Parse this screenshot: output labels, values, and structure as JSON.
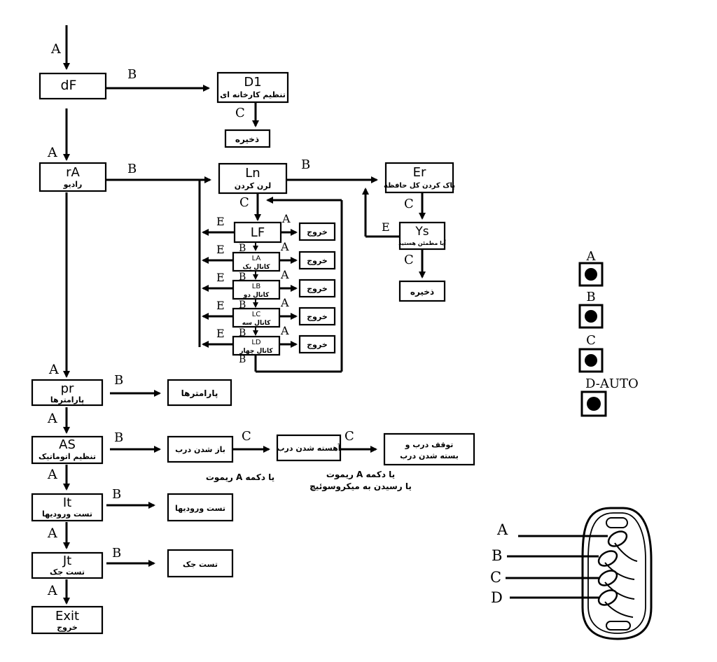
{
  "keys": {
    "a": "A",
    "b": "B",
    "c": "C",
    "d": "D",
    "e": "E",
    "d_auto": "D-AUTO"
  },
  "main": {
    "df": "dF",
    "ra": "rA",
    "ra_fa": "رادیو",
    "pr": "pr",
    "pr_fa": "پارامترها",
    "as": "AS",
    "as_fa": "تنظیم اتوماتیک",
    "it": "It",
    "it_fa": "تست ورودیها",
    "jt": "Jt",
    "jt_fa": "تست جک",
    "exit": "Exit",
    "exit_fa": "خروج"
  },
  "factory": {
    "d1": "D1",
    "d1_fa": "تنظیم کارخانه ای",
    "save": "ذخیره"
  },
  "learn": {
    "ln": "Ln",
    "ln_fa": "لرن کردن",
    "lf": "LF",
    "exit": "خروج"
  },
  "channels": [
    {
      "code": "LA",
      "fa": "کانال یک"
    },
    {
      "code": "LB",
      "fa": "کانال دو"
    },
    {
      "code": "LC",
      "fa": "کانال سه"
    },
    {
      "code": "LD",
      "fa": "کانال چهار"
    }
  ],
  "erase": {
    "er": "Er",
    "er_fa": "پاک کردن کل حافظه",
    "ys": "Ys",
    "ys_fa": "آیا مطمئن هستید",
    "save": "ذخیره"
  },
  "params": {
    "box": "پارامترها"
  },
  "auto": {
    "open": "باز شدن درب",
    "slow": "آهسته شدن درب",
    "stop_1": "توقف درب و",
    "stop_2": "بسته شدن درب",
    "note_open": "یا دکمه A ریموت",
    "note_slow_1": "یا دکمه A ریموت",
    "note_slow_2": "یا رسیدن به میکروسوئیچ"
  },
  "tests": {
    "inputs": "تست ورودیها",
    "jack": "تست جک"
  }
}
